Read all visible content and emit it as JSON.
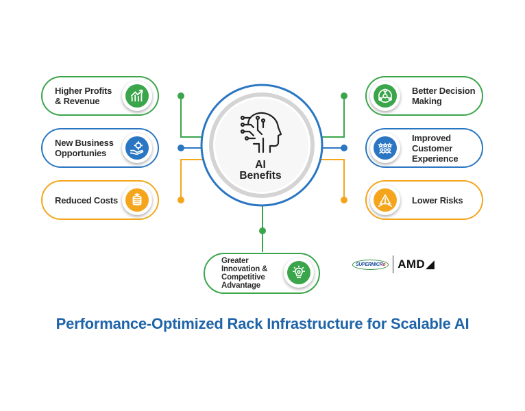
{
  "hub": {
    "title_line1": "AI",
    "title_line2": "Benefits",
    "icon": "ai-head-circuit-icon"
  },
  "benefits": {
    "higher_profits": {
      "line1": "Higher Profits",
      "line2": "& Revenue",
      "icon": "growth-chart-icon",
      "color": "#3aa54a"
    },
    "new_business": {
      "line1": "New Business",
      "line2": "Opportunies",
      "icon": "hand-gear-icon",
      "color": "#2a76c2"
    },
    "reduced_costs": {
      "line1": "Reduced Costs",
      "icon": "coin-stack-icon",
      "color": "#f4a51c"
    },
    "better_decision": {
      "line1": "Better Decision",
      "line2": "Making",
      "icon": "decision-network-icon",
      "color": "#3aa54a"
    },
    "customer_experience": {
      "line1": "Improved",
      "line2": "Customer",
      "line3": "Experience",
      "icon": "customer-rating-icon",
      "color": "#2a76c2"
    },
    "lower_risks": {
      "line1": "Lower Risks",
      "icon": "risk-warning-icon",
      "color": "#f4a51c"
    },
    "innovation": {
      "line1": "Greater",
      "line2": "Innovation &",
      "line3": "Competitive",
      "line4": "Advantage",
      "icon": "lightbulb-icon",
      "color": "#3aa54a"
    }
  },
  "colors": {
    "green": "#3aa54a",
    "blue": "#2a76c2",
    "orange": "#f4a51c",
    "hub_ring": "#2a76c2"
  },
  "logos": {
    "supermicro_text": "SUPERMICR",
    "supermicro_mark": "o",
    "amd_text": "AMD"
  },
  "caption": "Performance-Optimized Rack Infrastructure for Scalable AI"
}
